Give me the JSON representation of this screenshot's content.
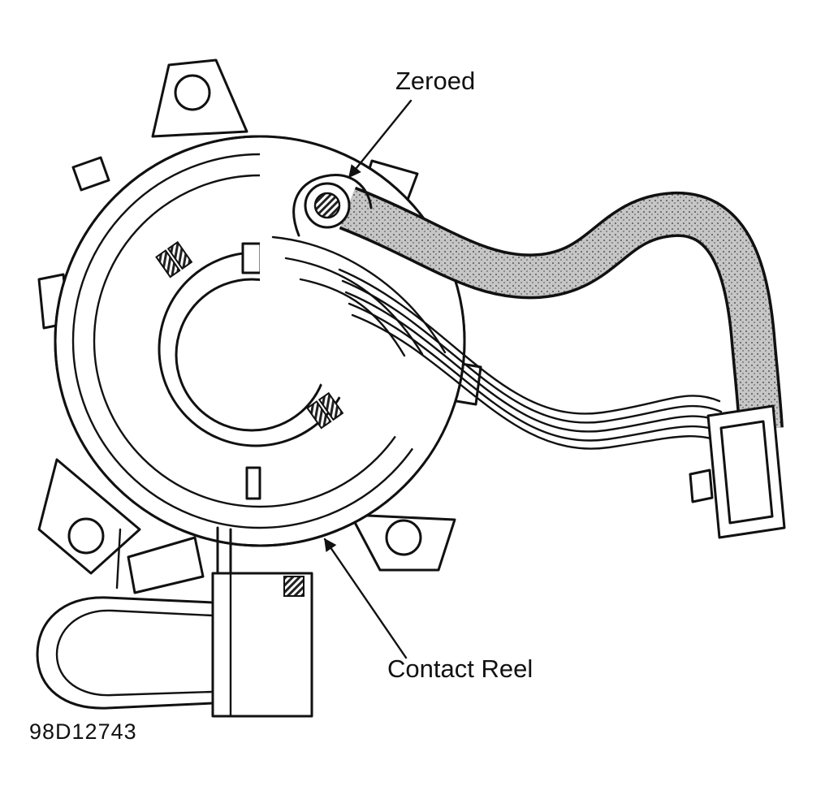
{
  "figure": {
    "labels": {
      "zeroed": "Zeroed",
      "contact_reel": "Contact Reel",
      "figure_number": "98D12743"
    },
    "colors": {
      "line": "#111111",
      "background": "#ffffff",
      "ribbon_fill": "#c6c6c6"
    }
  }
}
